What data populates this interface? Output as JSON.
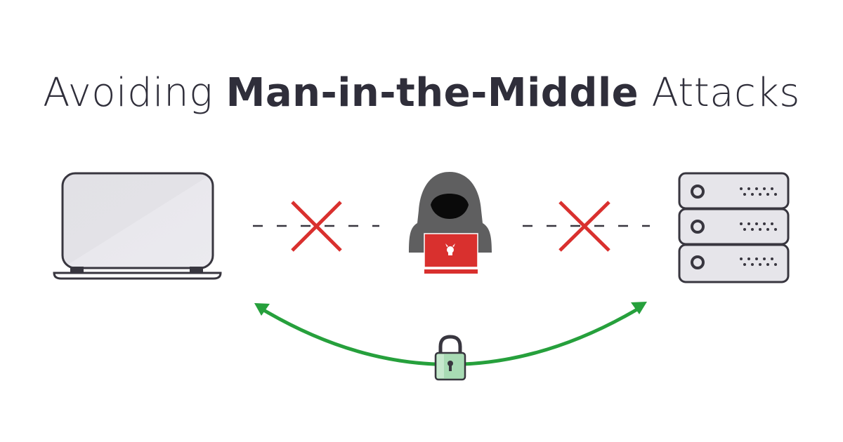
{
  "title": {
    "prefix": "Avoiding",
    "emphasis": "Man-in-the-Middle",
    "suffix": "Attacks"
  },
  "nodes": [
    {
      "id": "client",
      "icon": "laptop-icon"
    },
    {
      "id": "attacker",
      "icon": "hooded-hacker-icon"
    },
    {
      "id": "server",
      "icon": "server-stack-icon"
    }
  ],
  "connections": [
    {
      "from": "client",
      "to": "attacker",
      "status": "blocked",
      "icon": "red-x-icon"
    },
    {
      "from": "attacker",
      "to": "server",
      "status": "blocked",
      "icon": "red-x-icon"
    },
    {
      "from": "client",
      "to": "server",
      "status": "secure",
      "icon": "padlock-icon"
    }
  ],
  "colors": {
    "text": "#2f2e3a",
    "blocked": "#d9302e",
    "secure": "#26a03c",
    "lock_fill": "#a8dbb4",
    "device_fill": "#e6e5ea",
    "outline": "#38363f",
    "hood": "#5f5f60"
  }
}
